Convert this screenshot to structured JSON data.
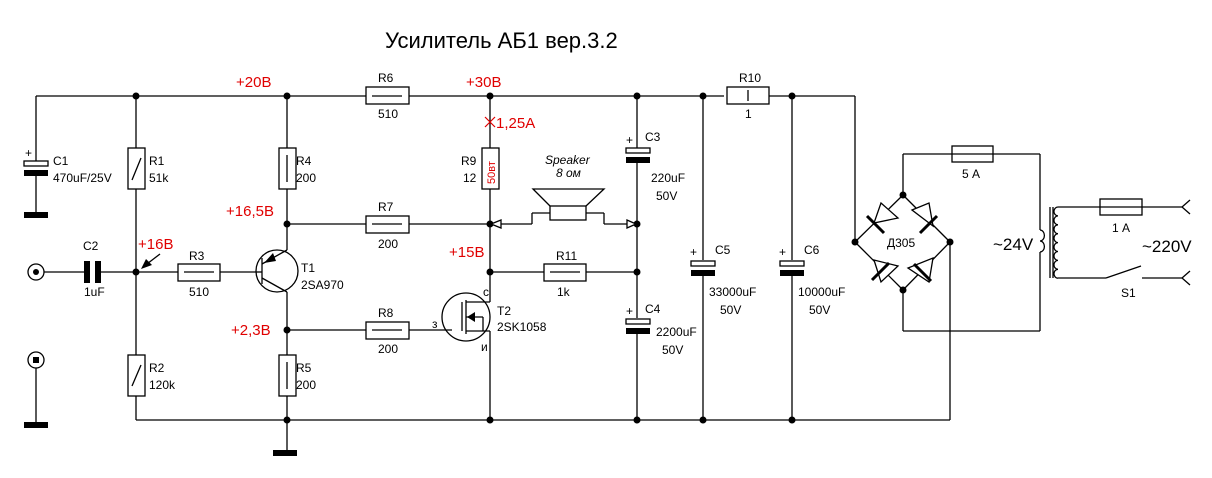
{
  "title": "Усилитель АБ1 вер.3.2",
  "colors": {
    "wire": "#000000",
    "annotation": "#e00000",
    "background": "#ffffff"
  },
  "voltages": {
    "v20": "+20В",
    "v30": "+30В",
    "v16_5": "+16,5В",
    "v16": "+16В",
    "v15": "+15В",
    "v2_3": "+2,3В",
    "current": "1,25А"
  },
  "components": {
    "C1": {
      "ref": "C1",
      "value": "470uF/25V"
    },
    "C2": {
      "ref": "C2",
      "value": "1uF"
    },
    "C3": {
      "ref": "C3",
      "value": "220uF",
      "rating": "50V"
    },
    "C4": {
      "ref": "C4",
      "value": "2200uF",
      "rating": "50V"
    },
    "C5": {
      "ref": "C5",
      "value": "33000uF",
      "rating": "50V"
    },
    "C6": {
      "ref": "C6",
      "value": "10000uF",
      "rating": "50V"
    },
    "R1": {
      "ref": "R1",
      "value": "51k"
    },
    "R2": {
      "ref": "R2",
      "value": "120k"
    },
    "R3": {
      "ref": "R3",
      "value": "510"
    },
    "R4": {
      "ref": "R4",
      "value": "200"
    },
    "R5": {
      "ref": "R5",
      "value": "200"
    },
    "R6": {
      "ref": "R6",
      "value": "510"
    },
    "R7": {
      "ref": "R7",
      "value": "200"
    },
    "R8": {
      "ref": "R8",
      "value": "200"
    },
    "R9": {
      "ref": "R9",
      "value": "12",
      "power": "50вт"
    },
    "R10": {
      "ref": "R10",
      "value": "1"
    },
    "R11": {
      "ref": "R11",
      "value": "1k"
    },
    "T1": {
      "ref": "T1",
      "part": "2SA970"
    },
    "T2": {
      "ref": "T2",
      "part": "2SK1058",
      "pin_drain": "с",
      "pin_gate": "з",
      "pin_source": "и"
    },
    "speaker": {
      "name": "Speaker",
      "impedance": "8 ом"
    },
    "bridge": {
      "part": "Д305"
    },
    "fuse1": {
      "rating": "5 А"
    },
    "fuse2": {
      "rating": "1 А"
    },
    "S1": {
      "ref": "S1"
    },
    "secondary": "~24V",
    "mains": "~220V"
  }
}
